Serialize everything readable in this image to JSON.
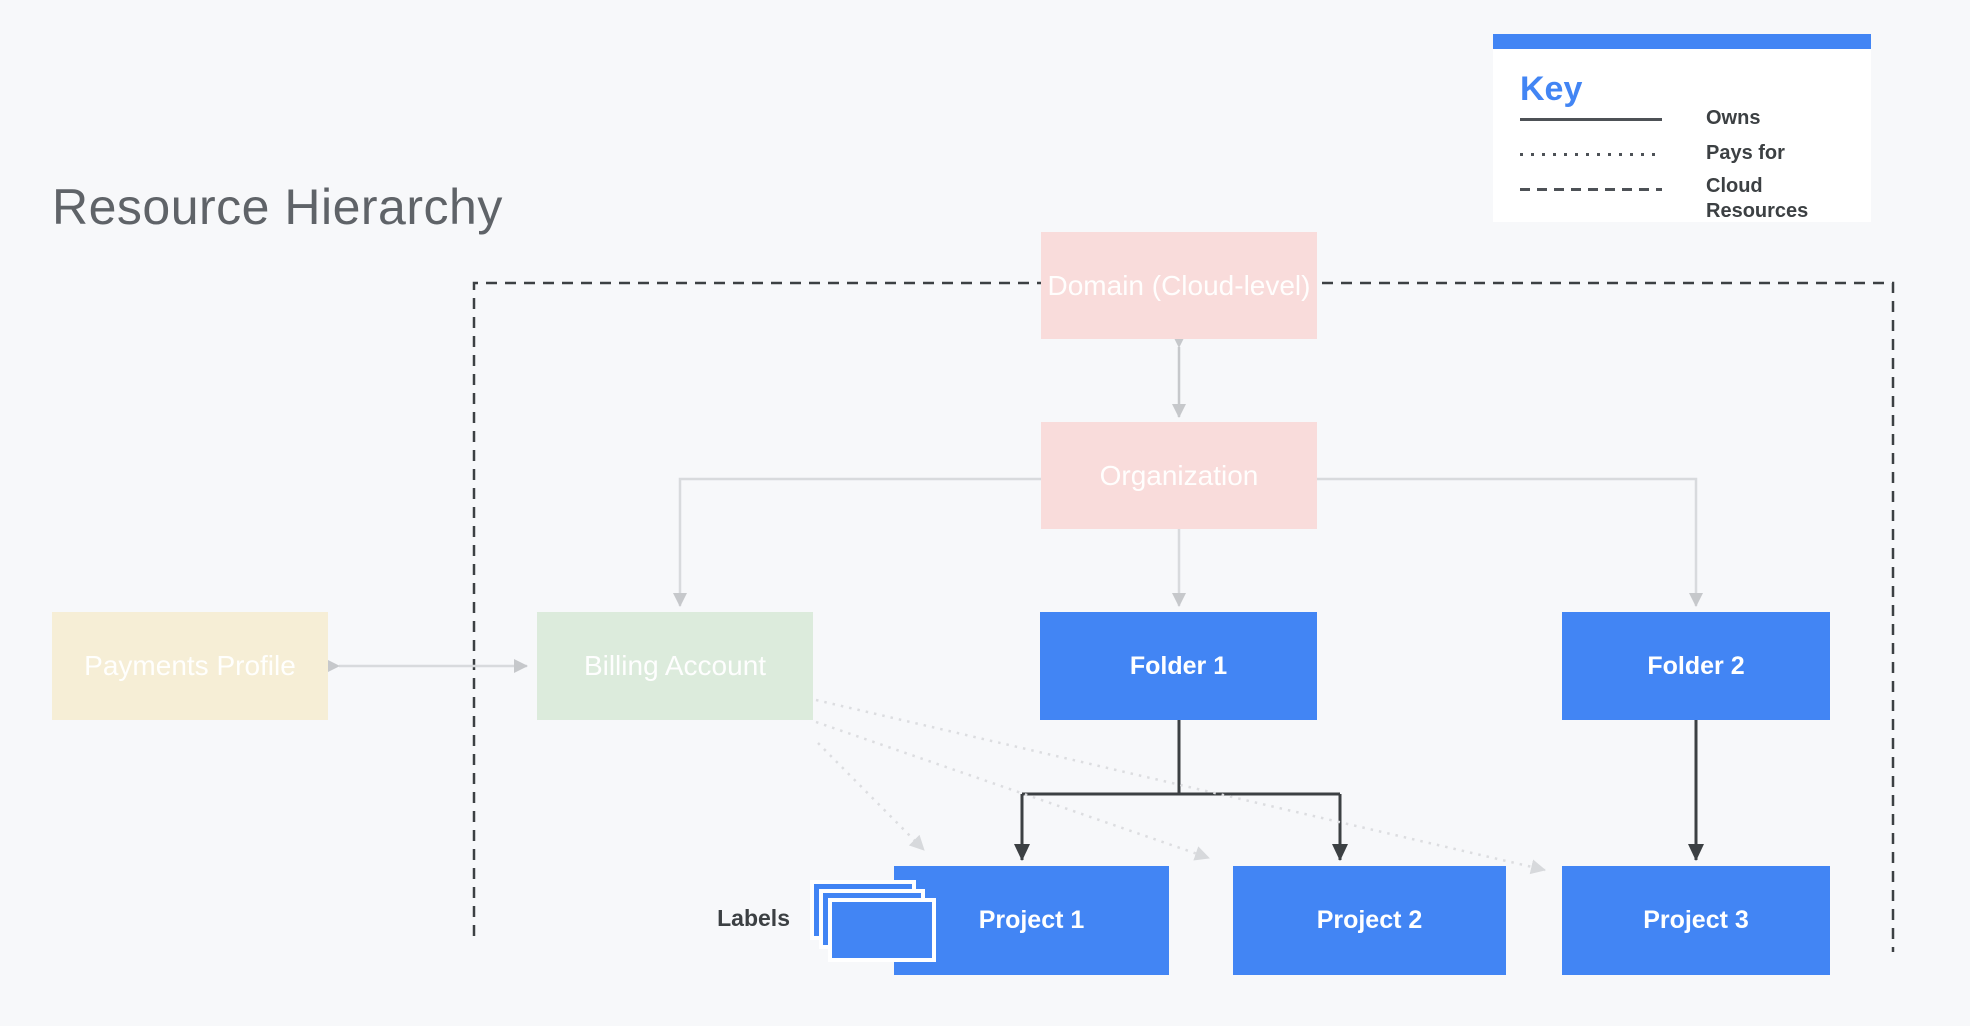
{
  "title": "Resource Hierarchy",
  "key": {
    "title": "Key",
    "entries": [
      {
        "style": "solid",
        "label": "Owns"
      },
      {
        "style": "dotted",
        "label": "Pays for"
      },
      {
        "style": "dashed",
        "label": "Cloud Resources"
      }
    ]
  },
  "nodes": {
    "domain": {
      "label": "Domain (Cloud-level)",
      "color": "#f9dcdb"
    },
    "organization": {
      "label": "Organization",
      "color": "#f9dcdb"
    },
    "payments_profile": {
      "label": "Payments Profile",
      "color": "#f6eed6"
    },
    "billing_account": {
      "label": "Billing Account",
      "color": "#dcebdc"
    },
    "folder1": {
      "label": "Folder 1",
      "color": "#4285f4"
    },
    "folder2": {
      "label": "Folder 2",
      "color": "#4285f4"
    },
    "project1": {
      "label": "Project 1",
      "color": "#4285f4"
    },
    "project2": {
      "label": "Project 2",
      "color": "#4285f4"
    },
    "project3": {
      "label": "Project 3",
      "color": "#4285f4"
    }
  },
  "labels_caption": "Labels",
  "colors": {
    "background": "#f7f8fa",
    "accent_blue": "#4285f4",
    "pink_box": "#f9dcdb",
    "green_box": "#dcebdc",
    "cream_box": "#f6eed6",
    "dark_line": "#3c4043",
    "owns_line": "#d8dadd",
    "pays_for_line": "#dcdde0",
    "title_text": "#5f6368"
  },
  "relationships": {
    "owns": [
      "Organization→Billing Account",
      "Organization→Folder 1",
      "Organization→Folder 2",
      "Folder 1→Project 1",
      "Folder 1→Project 2",
      "Folder 2→Project 3"
    ],
    "pays_for": [
      "Billing Account→Project 1",
      "Billing Account→Project 2",
      "Billing Account→Project 3"
    ],
    "linked": [
      "Domain↔Organization",
      "Payments Profile↔Billing Account"
    ]
  }
}
